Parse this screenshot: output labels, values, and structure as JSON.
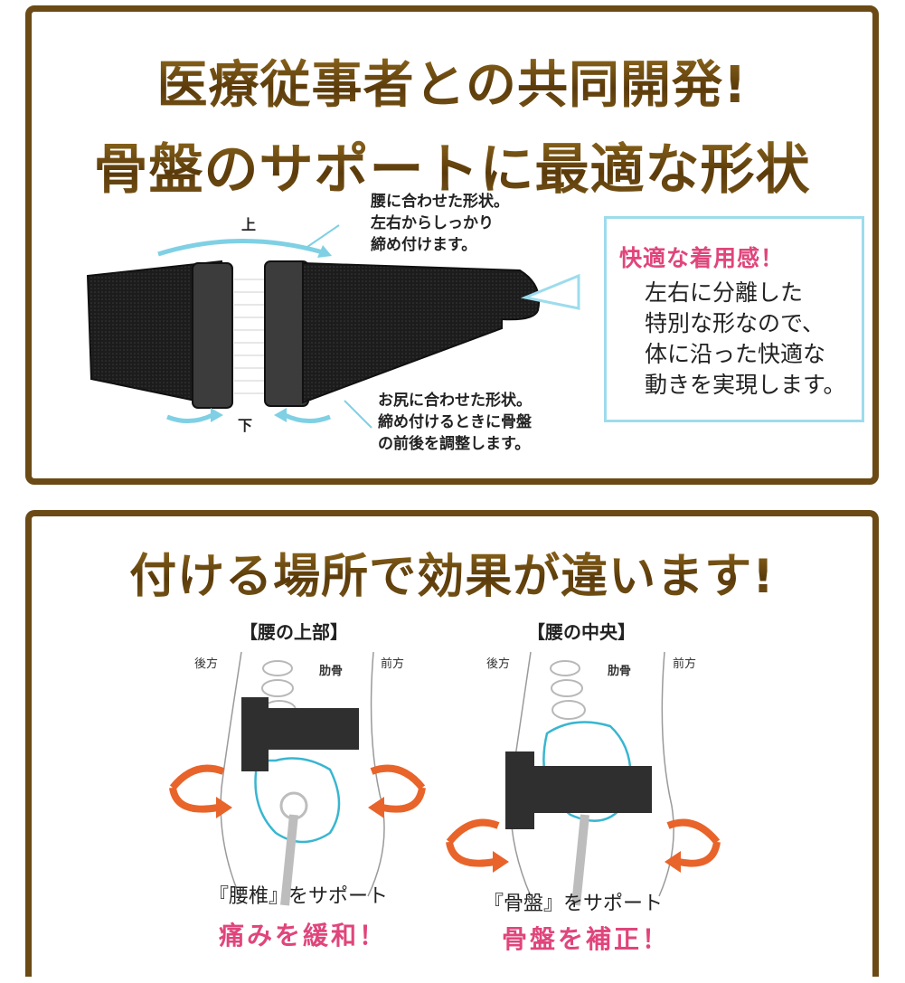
{
  "top_panel": {
    "headline_line1": "医療従事者との共同開発!",
    "headline_line2": "骨盤のサポートに最適な形状",
    "label_up": "上",
    "label_down": "下",
    "note_top": [
      "腰に合わせた形状。",
      "左右からしっかり",
      "締め付けます。"
    ],
    "note_bottom": [
      "お尻に合わせた形状。",
      "締め付けるときに骨盤",
      "の前後を調整します。"
    ],
    "comfort_title": "快適な着用感！",
    "comfort_lines": [
      "左右に分離した",
      "特別な形なので、",
      "体に沿った快適な",
      "動きを実現します。"
    ]
  },
  "bottom_panel": {
    "headline": "付ける場所で効果が違います!",
    "left": {
      "subtitle": "【腰の上部】",
      "back": "後方",
      "front": "前方",
      "rib": "肋骨",
      "support": "『腰椎』をサポート",
      "effect": "痛みを緩和！"
    },
    "right": {
      "subtitle": "【腰の中央】",
      "back": "後方",
      "front": "前方",
      "rib": "肋骨",
      "support": "『骨盤』をサポート",
      "effect": "骨盤を補正！"
    }
  },
  "colors": {
    "frame": "#6b4a16",
    "headline": "#6e4a12",
    "accent_pink": "#e0457b",
    "accent_cyan": "#9ddcec",
    "arrow_orange": "#e8642a",
    "belt": "#2a2a2a"
  }
}
